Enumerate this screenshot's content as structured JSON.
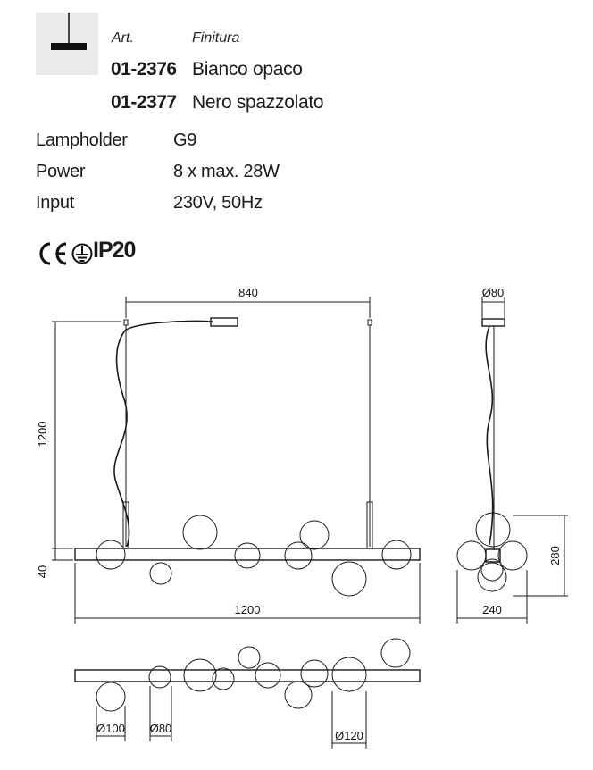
{
  "header": {
    "art_label": "Art.",
    "finish_label": "Finitura"
  },
  "articles": [
    {
      "code": "01-2376",
      "finish": "Bianco opaco"
    },
    {
      "code": "01-2377",
      "finish": "Nero spazzolato"
    }
  ],
  "specs": [
    {
      "label": "Lampholder",
      "value": "G9"
    },
    {
      "label": "Power",
      "value": "8 x max. 28W"
    },
    {
      "label": "Input",
      "value": "230V, 50Hz"
    }
  ],
  "certifications": {
    "icons": [
      "ce-mark-icon",
      "class-1-earth-icon"
    ],
    "ip_rating": "IP20"
  },
  "dimensions": {
    "front_width_top": "840",
    "front_height": "1200",
    "bar_height": "40",
    "front_width_bottom": "1200",
    "side_canopy": "Ø80",
    "side_height": "280",
    "side_width": "240",
    "diam_small": "Ø100",
    "diam_80": "Ø80",
    "diam_large": "Ø120"
  },
  "colors": {
    "line": "#1a1a1a",
    "thumb_bg": "#ebebeb"
  }
}
